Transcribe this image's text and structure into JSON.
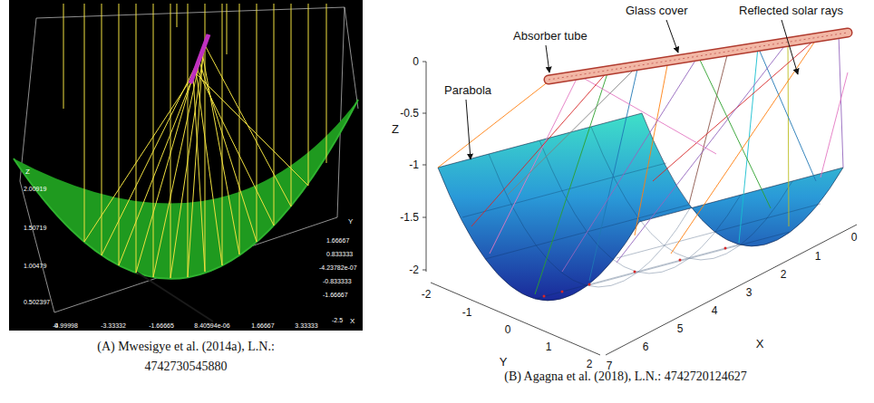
{
  "diagram": {
    "labels": [
      "Z",
      "2.00919",
      "1.50719",
      "1.00479",
      "0.502397",
      "0",
      "-4.99998",
      "-3.33332",
      "-1.66665",
      "8.40594e-06",
      "1.66667",
      "3.33333",
      "-2.5",
      "X",
      "Y",
      "1.66667",
      "0.833333",
      "-4.23782e-07",
      "-0.833333",
      "-1.66667",
      "(A) Mwesigye et al. (2014a), L.N.: 4742730545880",
      "Glass cover",
      "Absorber tube",
      "Reflected solar rays",
      "Parabola",
      "0",
      "-0.5",
      "-1",
      "-1.5",
      "-2",
      "Z",
      "-2",
      "-1",
      "0",
      "1",
      "2",
      "Y",
      "7",
      "6",
      "5",
      "4",
      "3",
      "2",
      "1",
      "0",
      "X",
      "(B) Agagna et al. (2018), L.N.: 4742720124627"
    ]
  }
}
